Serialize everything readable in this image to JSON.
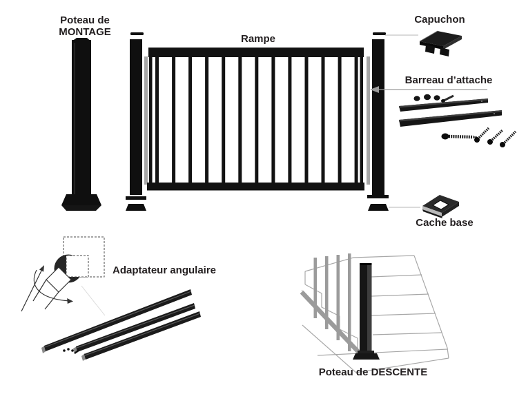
{
  "diagram": {
    "title": "Railing system parts diagram",
    "labels": {
      "mounting_post": {
        "line1": "Poteau de",
        "line2": "MONTAGE"
      },
      "rail": "Rampe",
      "cap": "Capuchon",
      "attachment_bar": "Barreau d’attache",
      "base_cover": "Cache base",
      "angle_adapter": "Adaptateur angulaire",
      "descent_post": "Poteau de DESCENTE"
    },
    "panel": {
      "baluster_count": 13
    },
    "colors": {
      "part_black": "#121212",
      "attach_bar_gray": "#a6a6a6",
      "arrow_gray": "#9b9b9b",
      "connector_gray": "#c4c4c4",
      "stairs_gray": "#a8a8a8",
      "text": "#231f20",
      "background": "#ffffff"
    }
  }
}
